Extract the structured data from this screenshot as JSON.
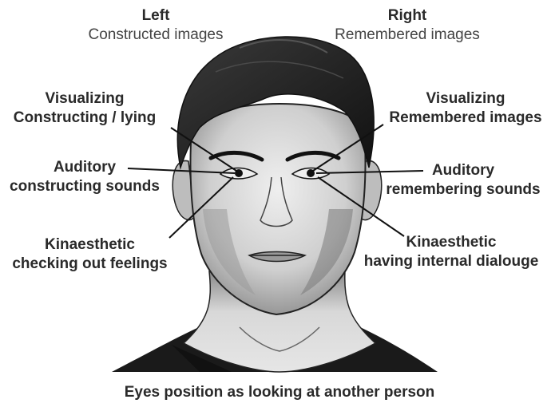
{
  "header": {
    "left": {
      "title": "Left",
      "subtitle": "Constructed images"
    },
    "right": {
      "title": "Right",
      "subtitle": "Remembered images"
    }
  },
  "labels": {
    "visual_left": {
      "line1": "Visualizing",
      "line2": "Constructing / lying"
    },
    "auditory_left": {
      "line1": "Auditory",
      "line2": "constructing sounds"
    },
    "kinaesthetic_left": {
      "line1": "Kinaesthetic",
      "line2": "checking out feelings"
    },
    "visual_right": {
      "line1": "Visualizing",
      "line2": "Remembered images"
    },
    "auditory_right": {
      "line1": "Auditory",
      "line2": "remembering sounds"
    },
    "kinaesthetic_right": {
      "line1": "Kinaesthetic",
      "line2": "having internal dialouge"
    }
  },
  "caption": "Eyes position as looking at another person"
}
